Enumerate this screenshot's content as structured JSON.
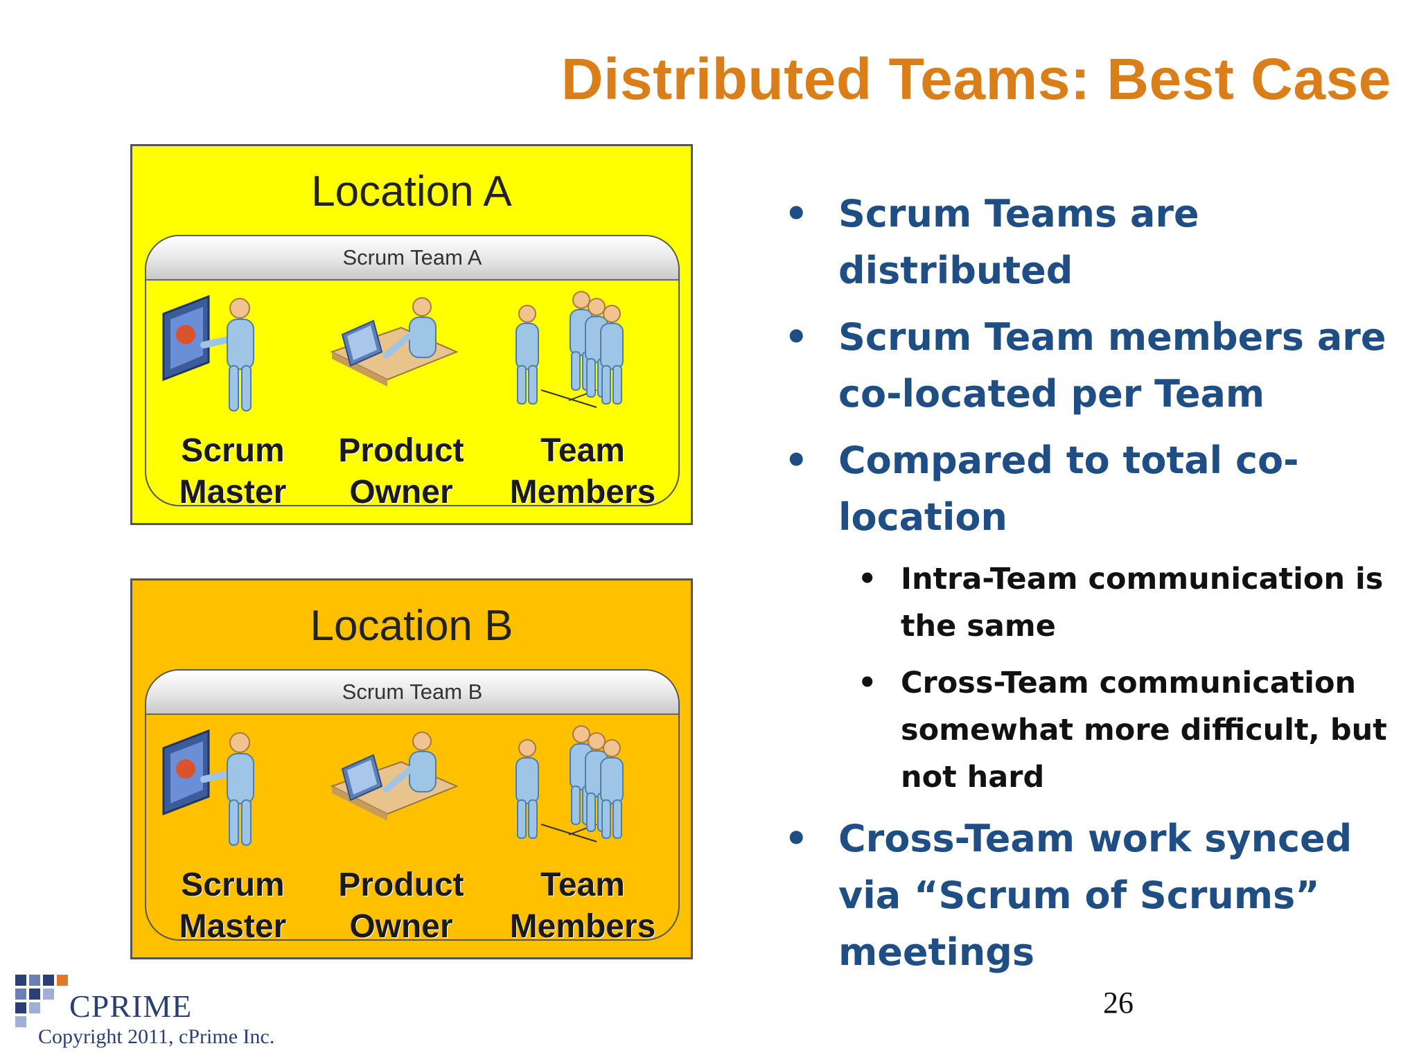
{
  "slide": {
    "title": "Distributed Teams: Best Case",
    "page_number": "26"
  },
  "locations": [
    {
      "title": "Location A",
      "team": "Scrum Team A",
      "color": "#ffff00",
      "roles": [
        {
          "label": "Scrum\nMaster",
          "icon": "presenter-icon"
        },
        {
          "label": "Product\nOwner",
          "icon": "desk-worker-icon"
        },
        {
          "label": "Team\nMembers",
          "icon": "team-members-icon"
        }
      ]
    },
    {
      "title": "Location B",
      "team": "Scrum Team B",
      "color": "#ffc000",
      "roles": [
        {
          "label": "Scrum\nMaster",
          "icon": "presenter-icon"
        },
        {
          "label": "Product\nOwner",
          "icon": "desk-worker-icon"
        },
        {
          "label": "Team\nMembers",
          "icon": "team-members-icon"
        }
      ]
    }
  ],
  "bullets": [
    {
      "text": "Scrum Teams are distributed",
      "level": 1
    },
    {
      "text": "Scrum Team members are co-located per Team",
      "level": 1
    },
    {
      "text": "Compared to total co-location",
      "level": 1
    },
    {
      "text": "Intra-Team communication is the same",
      "level": 2
    },
    {
      "text": "Cross-Team communication somewhat more difficult, but not hard",
      "level": 2
    },
    {
      "text": "Cross-Team work synced via “Scrum of Scrums” meetings",
      "level": 1
    }
  ],
  "footer": {
    "logo_text": "CPRIME",
    "copyright": "Copyright 2011, cPrime Inc."
  },
  "colors": {
    "title": "#d97e18",
    "bullet_primary": "#1f4e85",
    "bullet_secondary": "#111111",
    "logo_blue": "#2b3f74"
  }
}
